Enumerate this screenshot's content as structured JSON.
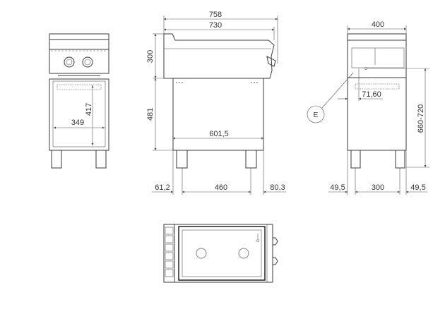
{
  "drawing": {
    "front_view": {
      "width_label": "349",
      "height_label": "417"
    },
    "side_view": {
      "overall_depth_label": "758",
      "top_depth_label": "730",
      "top_height_label": "300",
      "cabinet_height_label": "481",
      "cabinet_depth_label": "601,5",
      "front_offset_label": "61,2",
      "leg_spacing_label": "460",
      "rear_offset_label": "80,3"
    },
    "rear_view": {
      "width_label": "400",
      "connection_offset_label": "71,60",
      "height_range_label": "660-720",
      "detail_callout_label": "E",
      "left_offset_label": "49,5",
      "leg_spacing_label": "300",
      "right_offset_label": "49,5"
    }
  }
}
